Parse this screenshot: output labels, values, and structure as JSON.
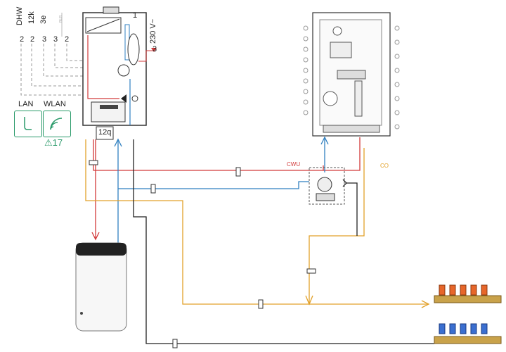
{
  "wiring": {
    "labels": [
      "DHW",
      "12k",
      "3e"
    ],
    "terminals": [
      "2",
      "2",
      "3",
      "3",
      "2"
    ],
    "bus": "BUS"
  },
  "boiler": {
    "label_1": "1",
    "voltage": "230 V~",
    "terminal": "3",
    "module": "12q"
  },
  "network": {
    "lan": "LAN",
    "wlan": "WLAN",
    "warning_count": "⚠17"
  },
  "pipes": {
    "cwu": "CWU",
    "co": "CO"
  },
  "colors": {
    "hot": "#d23a3a",
    "cold": "#2f7fc0",
    "heating": "#e2a12a",
    "return": "#222222",
    "network_green": "#2a9a6a"
  }
}
